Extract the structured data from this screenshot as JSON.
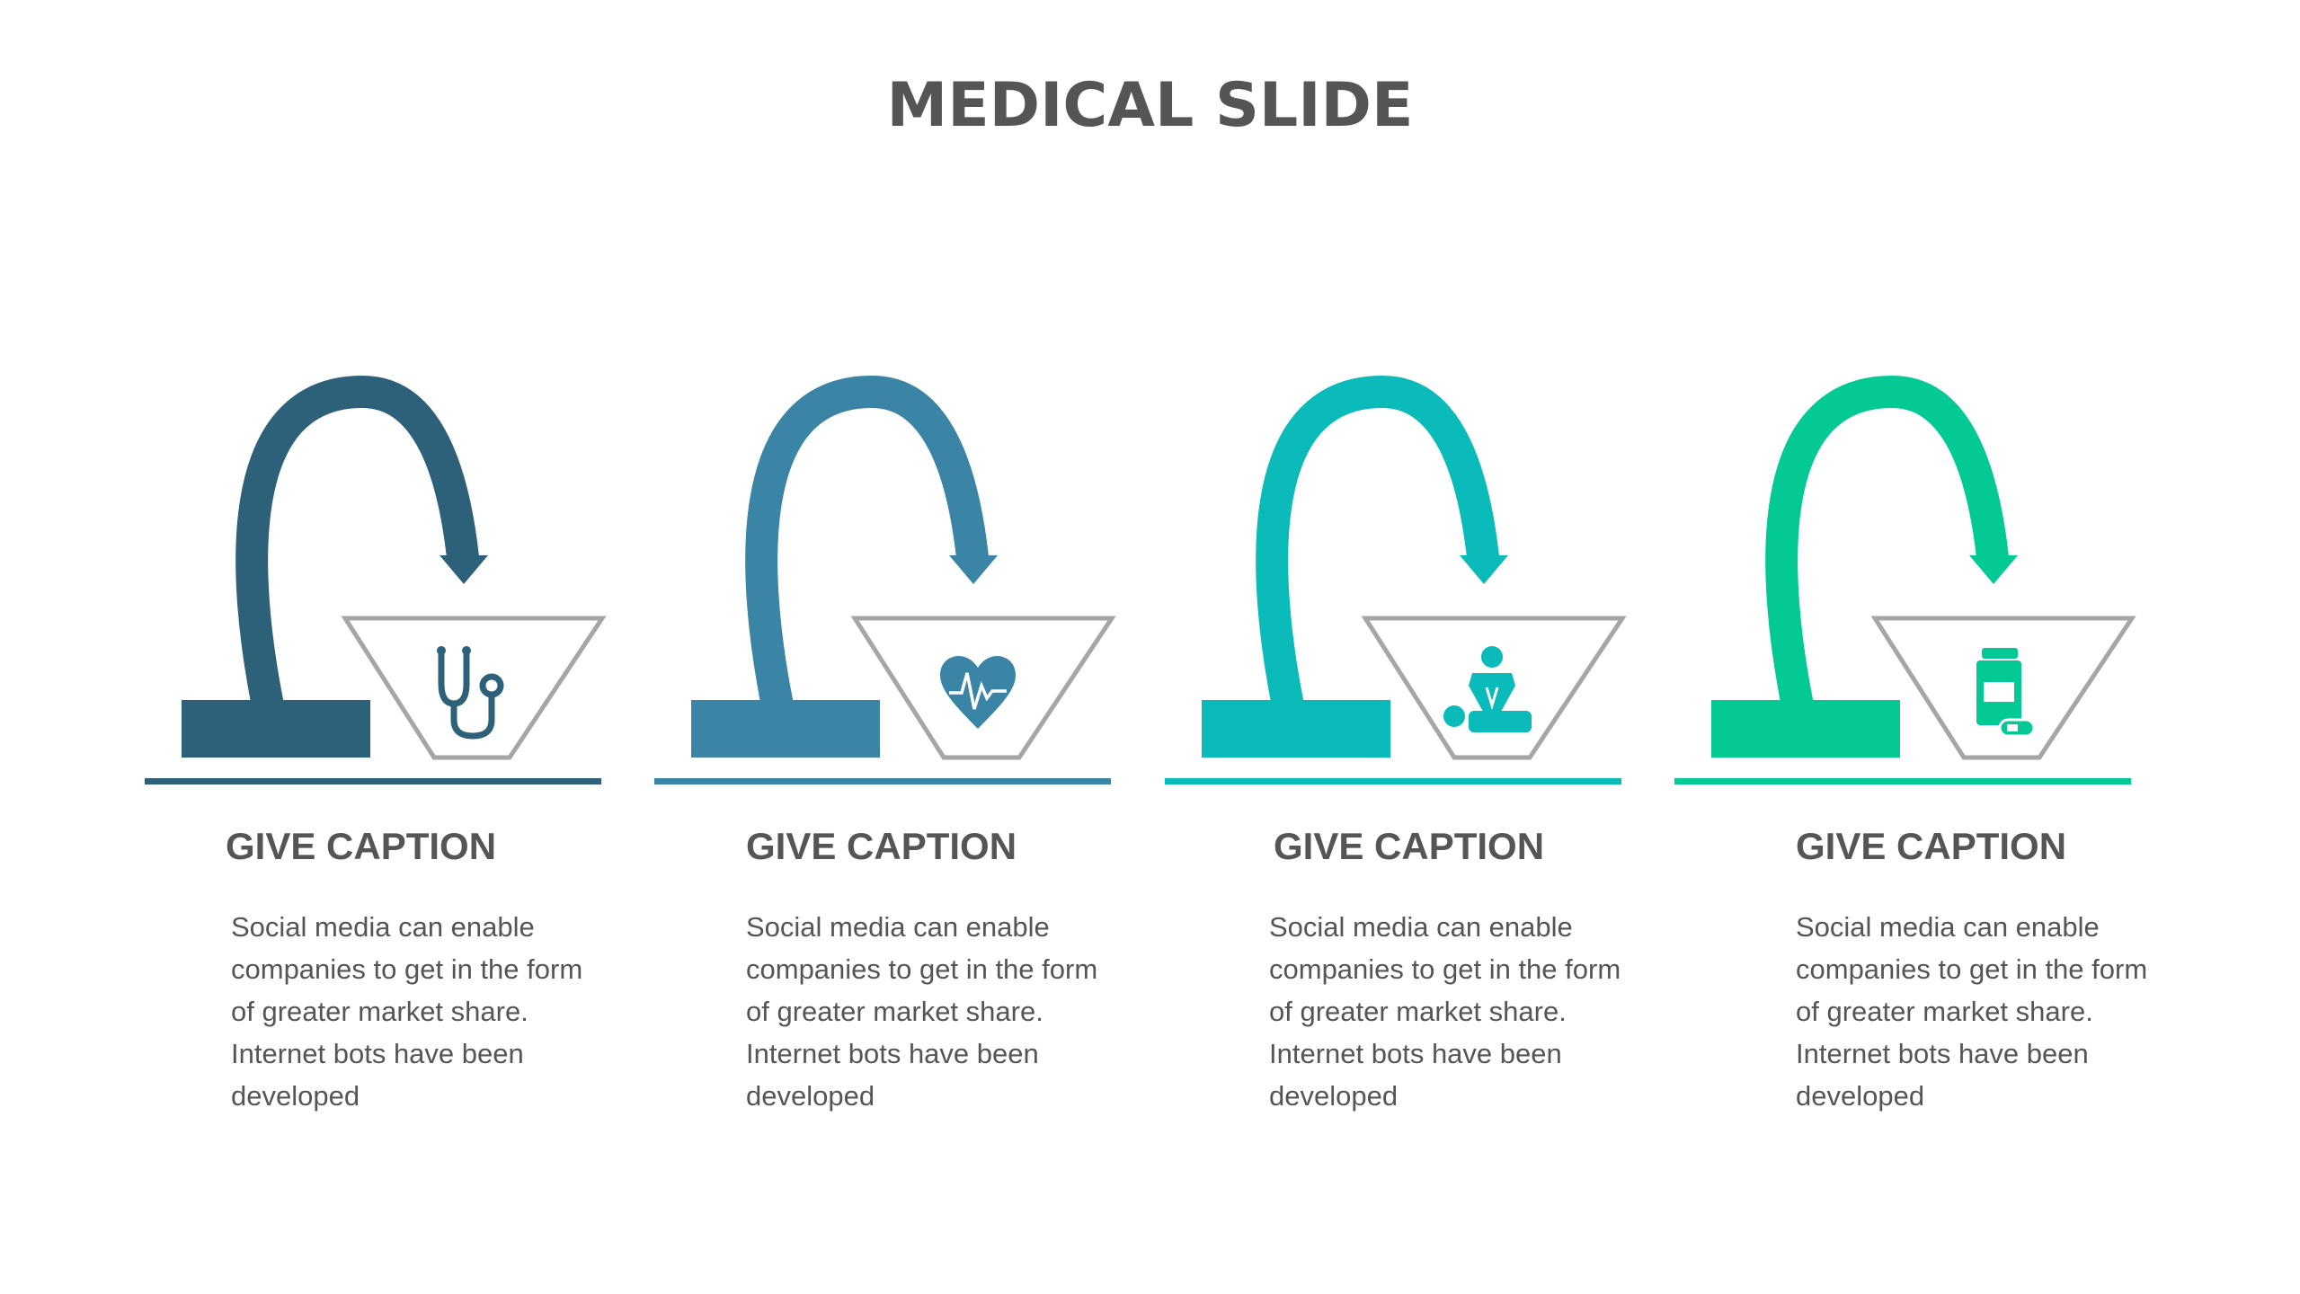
{
  "title": "MEDICAL SLIDE",
  "steps": [
    {
      "caption": "GIVE CAPTION",
      "icon": "stethoscope-icon",
      "color": "#2C6179",
      "lines": [
        "Social media can enable",
        "companies to get in the form",
        "of greater market share.",
        "Internet bots have been",
        "developed"
      ]
    },
    {
      "caption": "GIVE CAPTION",
      "icon": "heartbeat-icon",
      "color": "#3A84A6",
      "lines": [
        "Social media can enable",
        "companies to get in the form",
        "of greater market share.",
        "Internet bots have been",
        "developed"
      ]
    },
    {
      "caption": "GIVE CAPTION",
      "icon": "cpr-icon",
      "color": "#0ABBB9",
      "lines": [
        "Social media can enable",
        "companies to get in the form",
        "of greater market share.",
        "Internet bots have been",
        "developed"
      ]
    },
    {
      "caption": "GIVE CAPTION",
      "icon": "medicine-bottle-icon",
      "color": "#03C995",
      "lines": [
        "Social media can enable",
        "companies to get in the form",
        "of greater market share.",
        "Internet bots have been",
        "developed"
      ]
    }
  ]
}
